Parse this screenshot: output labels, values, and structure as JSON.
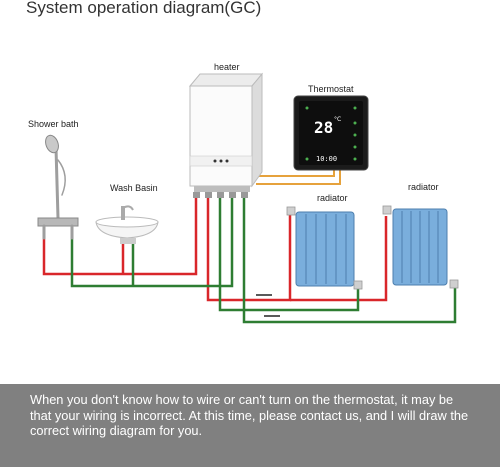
{
  "title": "System operation diagram(GC)",
  "labels": {
    "heater": "heater",
    "thermostat": "Thermostat",
    "shower": "Shower bath",
    "basin": "Wash Basin",
    "radiator_1": "radiator",
    "radiator_2": "radiator"
  },
  "thermostat_display": {
    "temperature": "28",
    "unit": "°C",
    "time": "10:00"
  },
  "footer_text": "When you don't know how to wire or can't turn on the thermostat, it may be that your wiring is incorrect. At this time, please contact us, and I will draw the correct wiring diagram for you.",
  "colors": {
    "hot_pipe": "#d9262a",
    "cold_pipe": "#2e7d32",
    "wire": "#e6a23c",
    "footer_bg": "#808080",
    "radiator": "#6fa6d6"
  }
}
